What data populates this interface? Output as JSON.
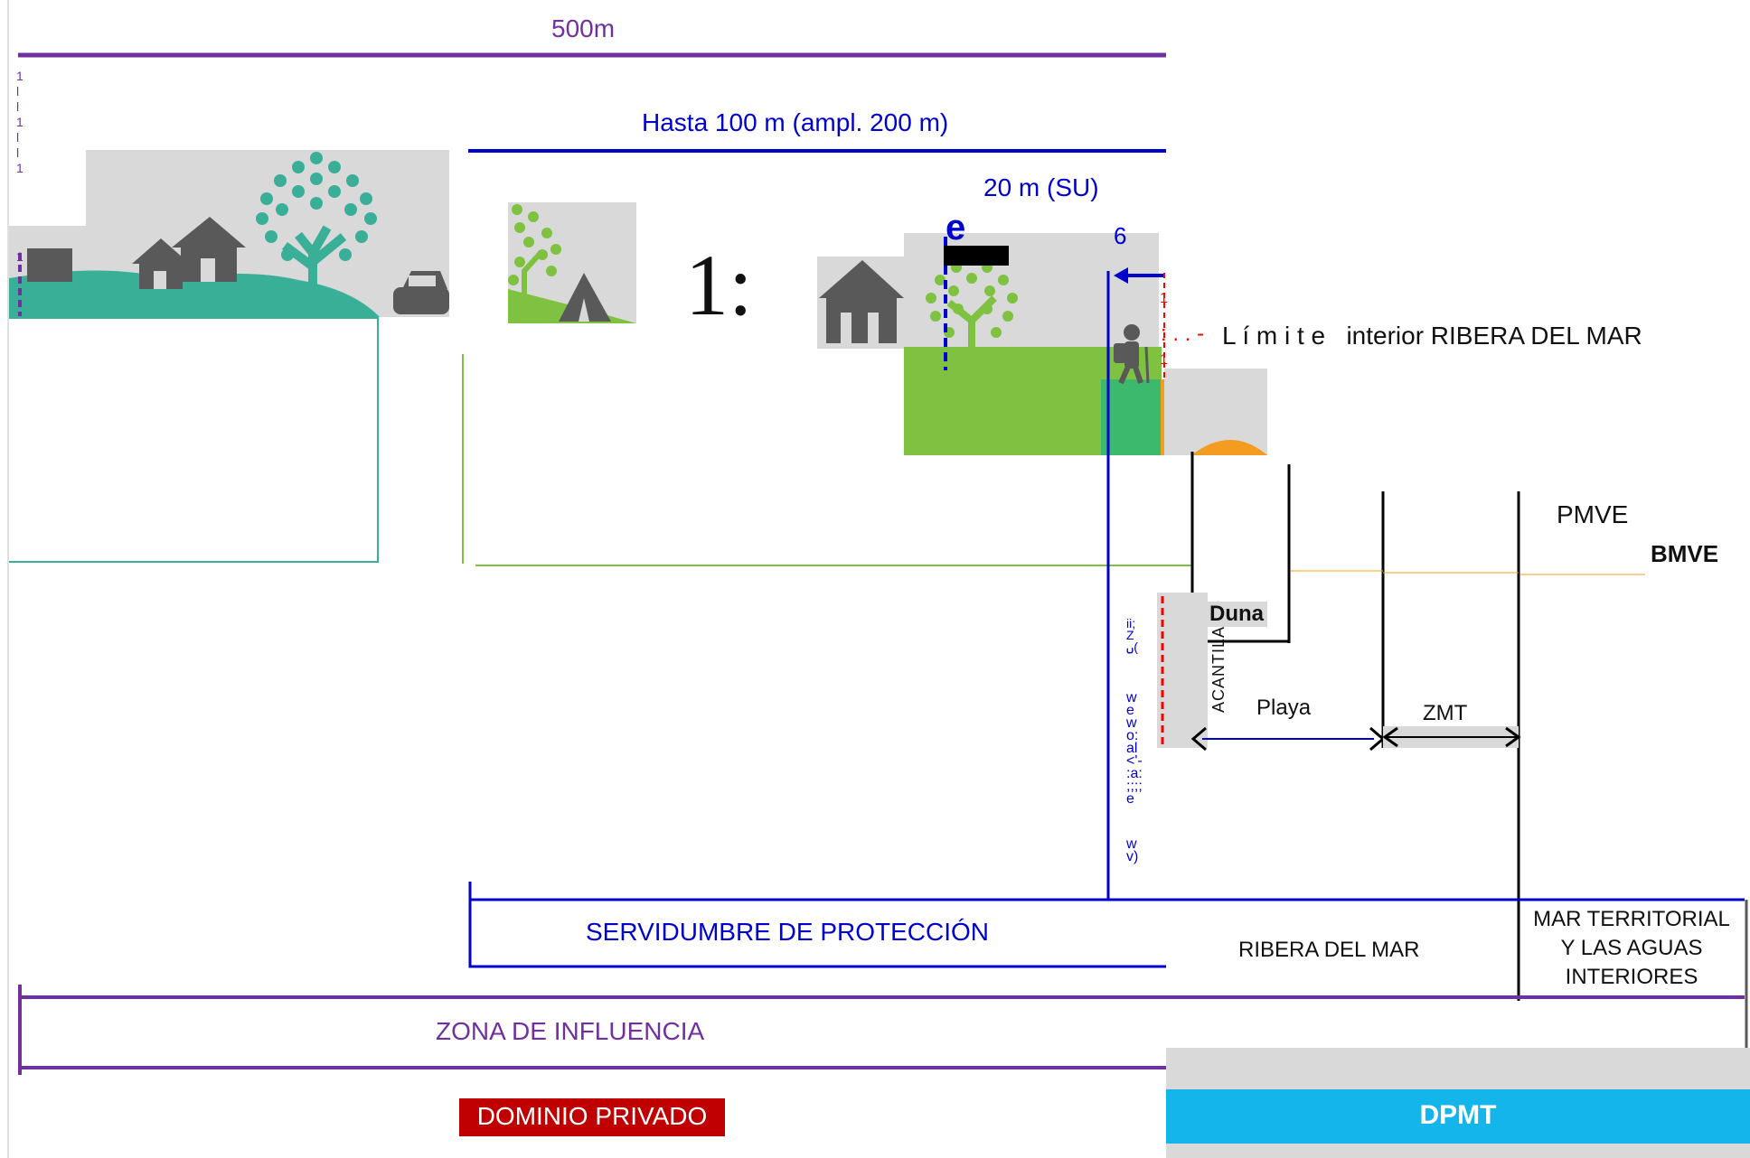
{
  "top": {
    "distance_500": "500m",
    "distance_100": "Hasta 100 m (ampl. 200 m)",
    "distance_20": "20 m (SU)",
    "marker_e": "e",
    "marker_6": "6",
    "big_glyph": "1:",
    "left_tick_glyphs": [
      "1",
      "l",
      "l",
      "1",
      "l",
      "l",
      "1"
    ],
    "left_tick_one": "1",
    "red_tick_top": "1",
    "red_tick_bottom": "1"
  },
  "limits": {
    "limite_dots": ": . . -",
    "limite_text": "L í m i t e   interior RIBERA DEL MAR",
    "pmve": "PMVE",
    "bmve": "BMVE"
  },
  "features": {
    "acantilado": "ACANTILADO",
    "duna": "Duna",
    "playa": "Playa",
    "zmt": "ZMT",
    "vertical_garble_1": "ii;\nZ\nࢽ(",
    "vertical_garble_2": "w\ne\nw\no:\nal\n<'-\n:a:\n;;;;\ne",
    "vertical_garble_3": "w\nv)"
  },
  "zones": {
    "servidumbre": "SERVIDUMBRE DE PROTECCIÓN",
    "ribera": "RIBERA DEL MAR",
    "mar_territorial": "MAR TERRITORIAL\nY LAS AGUAS\nINTERIORES",
    "zona_influencia": "ZONA DE INFLUENCIA",
    "dominio_privado": "DOMINIO PRIVADO",
    "dpmt": "DPMT"
  },
  "colors": {
    "purple": "#7030a0",
    "blue": "#0000cc",
    "green": "#7fc241",
    "teal": "#3aaf98",
    "orange": "#f39c1f",
    "red_badge": "#c00000",
    "dpmt_blue": "#13b5ea",
    "grey_bg": "#d9d9d9",
    "icon_grey": "#595959"
  },
  "icons": [
    "house-icon",
    "tree-icon",
    "car-icon",
    "tent-icon",
    "circus-tent-icon",
    "hiker-icon"
  ]
}
